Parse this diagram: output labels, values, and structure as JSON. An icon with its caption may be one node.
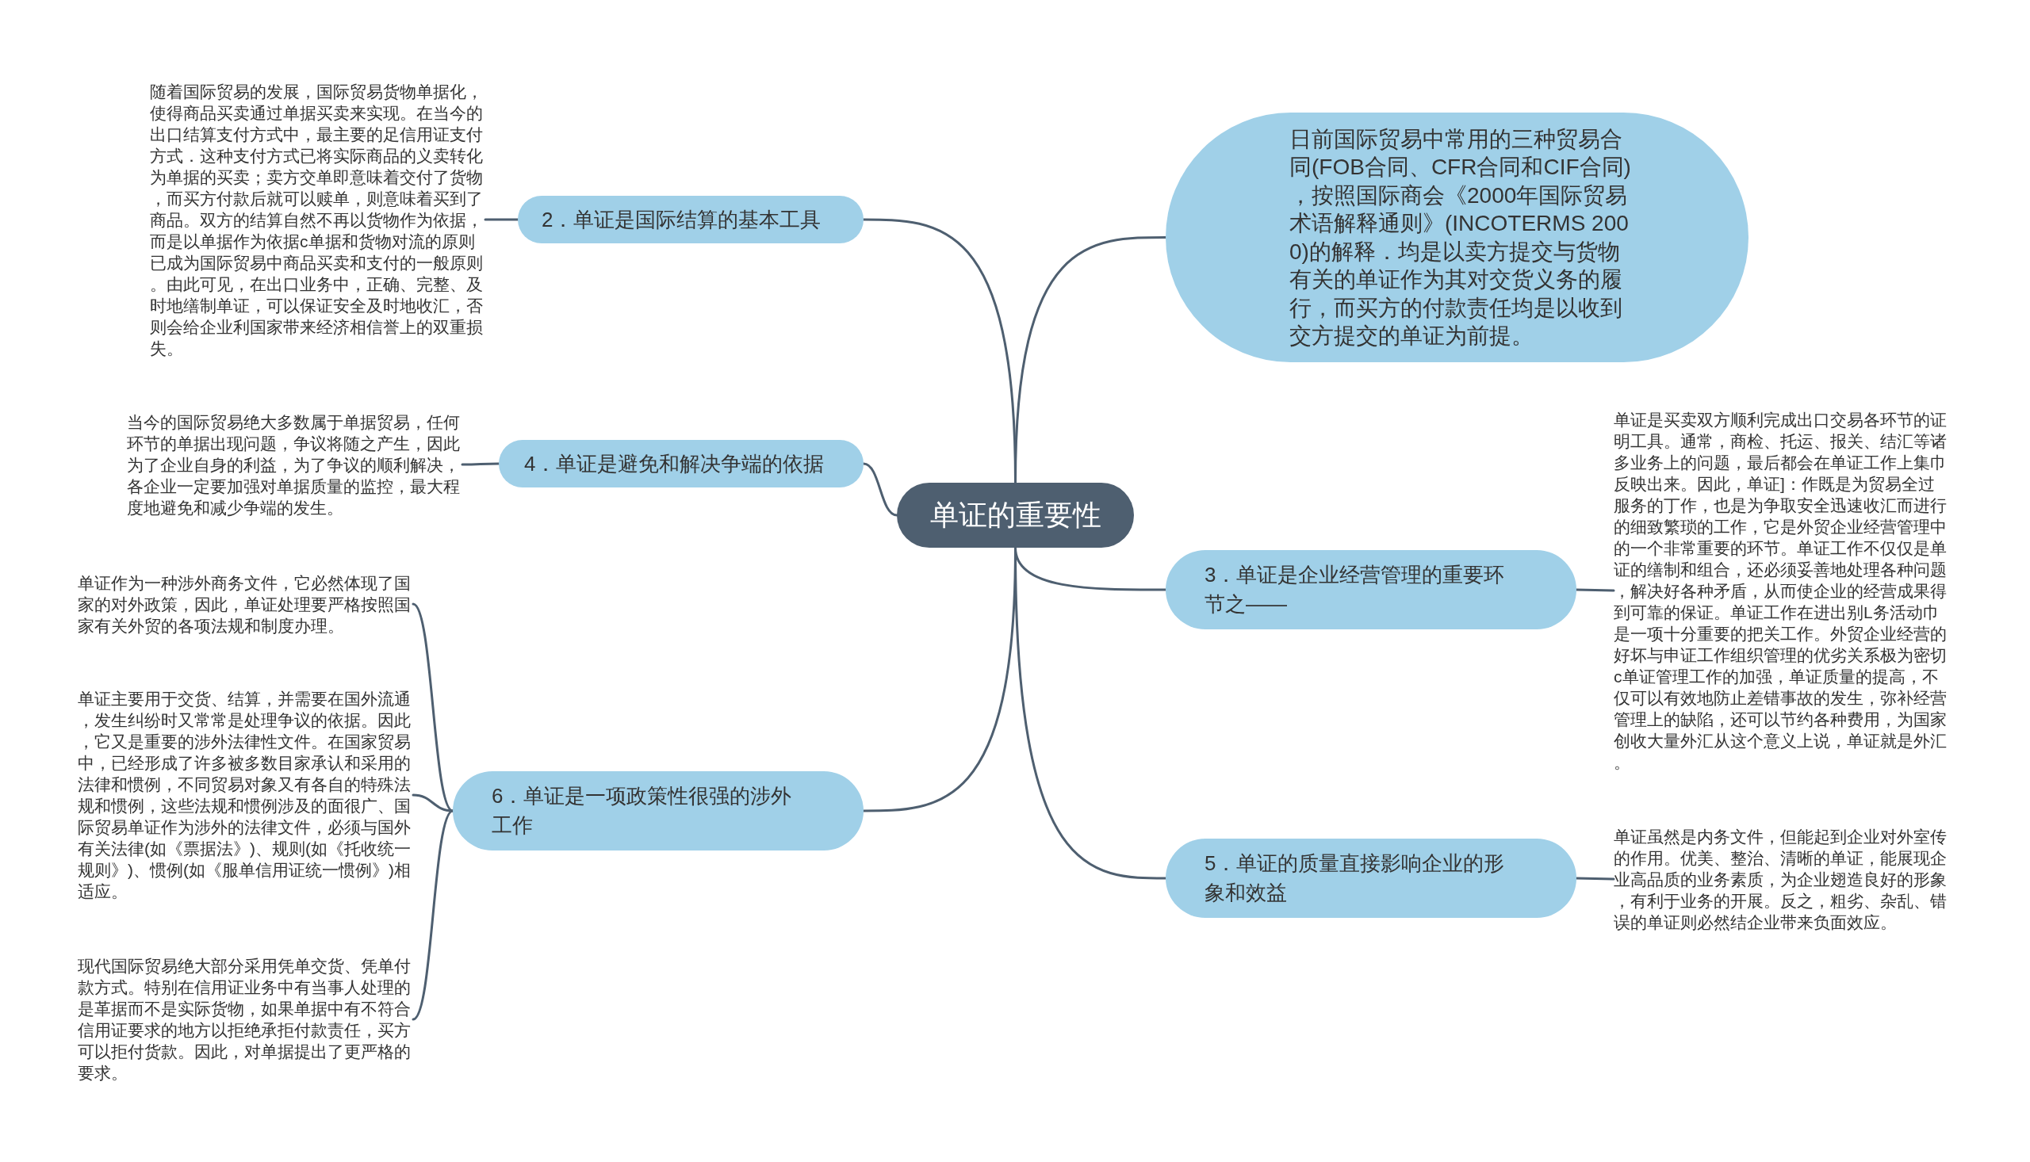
{
  "diagram": {
    "nodes": [
      {
        "text": [
          "单证的重要性"
        ]
      },
      {
        "text": [
          "2．单证是国际结算的基本工具"
        ]
      },
      {
        "text": [
          "随着国际贸易的发展，国际贸易货物单据化，使得商品买卖通过单据买卖来实现。在当今的出口结算支付方式中，最主要的足信用证支付方式．这种支付方式已将实际商品的义卖转化为单据的买卖；卖方交单即意味着交付了货物，而买方付款后就可以赎单，则意味着买到了商品。双方的结算自然不再以货物作为依据，而是以单据作为依据c单据和货物对流的原则已成为国际贸易中商品买卖和支付的一般原则。由此可见，在出口业务中，正确、完整、及时地缮制单证，可以保证安全及时地收汇，否则会给企业利国家带来经济相信誉上的双重损失。"
        ]
      },
      {
        "text": [
          "4．单证是避免和解决争端的依据"
        ]
      },
      {
        "text": [
          "当今的国际贸易绝大多数属于单据贸易，任何环节的单据出现问题，争议将随之产生，因此为了企业自身的利益，为了争议的顺利解决，各企业一定要加强对单据质量的监控，最大程度地避免和减少争端的发生。"
        ]
      },
      {
        "text": [
          "6．单证是一项政策性很强的涉外工作"
        ]
      },
      {
        "text": [
          "单证作为一种涉外商务文件，它必然体现了国家的对外政策，因此，单证处理要严格按照国家有关外贸的各项法规和制度办理。"
        ]
      },
      {
        "text": [
          "单证主要用于交货、结算，并需要在国外流通，发生纠纷时又常常是处理争议的依据。因此，它又是重要的涉外法律性文件。在国家贸易中，已经形成了许多被多数目家承认和采用的法律和惯例，不同贸易对象又有各自的特殊法规和惯例，这些法规和惯例涉及的面很广、国际贸易单证作为涉外的法律文件，必须与国外有关法律(如《票据法》)、规则(如《托收统一规则》)、惯例(如《服单信用证统一惯例》)相适应。"
        ]
      },
      {
        "text": [
          "现代国际贸易绝大部分采用凭单交货、凭单付款方式。特别在信用证业务中有当事人处理的是革据而不是实际货物，如果单据中有不符合信用证要求的地方以拒绝承拒付款责任，买方可以拒付货款。因此，对单据提出了更严格的要求。"
        ]
      },
      {
        "text": [
          "日前国际贸易中常用的三种贸易合同(FOB合同、CFR合同和CIF合同)，按照国际商会《2000年国际贸易术语解释通则》(INCOTERMS 2000)的解释．均是以卖方提交与货物有关的单证作为其对交货义务的履行，而买方的付款责任均是以收到交方提交的单证为前提。"
        ]
      },
      {
        "text": [
          "3．单证是企业经营管理的重要环节之——"
        ]
      },
      {
        "text": [
          "单证是买卖双方顺利完成出口交易各环节的证明工具。通常，商检、托运、报关、结汇等诸多业务上的问题，最后都会在单证工作上集巾反映出来。因此，单证]：作既是为贸易全过服务的丁作，也是为争取安全迅速收汇而进行的细致繁琐的工作，它是外贸企业经营管理中的一个非常重要的环节。单证工作不仅仅是单证的缮制和组合，还必须妥善地处理各种问题，解决好各种矛盾，从而使企业的经营成果得到可靠的保证。单证工作在进出别L务活动巾是一项十分重要的把关工作。外贸企业经营的好坏与申证工作组织管理的优劣关系极为密切c单证管理工作的加强，单证质量的提高，不仅可以有效地防止差错事故的发生，弥补经营管理上的缺陷，还可以节约各种费用，为国家创收大量外汇从这个意义上说，单证就是外汇。"
        ]
      },
      {
        "text": [
          "5．单证的质量直接影响企业的形象和效益"
        ]
      },
      {
        "text": [
          "单证虽然是内务文件，但能起到企业对外室传的作用。优美、整治、清晰的单证，能展现企业高品质的业务素质，为企业翅造良好的形象，有利于业务的开展。反之，粗劣、杂乱、错误的单证则必然结企业带来负面效应。"
        ]
      }
    ],
    "edges": [
      {
        "from": 0,
        "to": 1,
        "arrow": "none"
      },
      {
        "from": 1,
        "to": 2,
        "arrow": "none"
      },
      {
        "from": 0,
        "to": 3,
        "arrow": "none"
      },
      {
        "from": 3,
        "to": 4,
        "arrow": "none"
      },
      {
        "from": 0,
        "to": 5,
        "arrow": "none"
      },
      {
        "from": 5,
        "to": 6,
        "arrow": "none"
      },
      {
        "from": 5,
        "to": 7,
        "arrow": "none"
      },
      {
        "from": 5,
        "to": 8,
        "arrow": "none"
      },
      {
        "from": 0,
        "to": 9,
        "arrow": "none"
      },
      {
        "from": 0,
        "to": 10,
        "arrow": "none"
      },
      {
        "from": 10,
        "to": 11,
        "arrow": "none"
      },
      {
        "from": 0,
        "to": 12,
        "arrow": "none"
      },
      {
        "from": 12,
        "to": 13,
        "arrow": "none"
      }
    ]
  }
}
